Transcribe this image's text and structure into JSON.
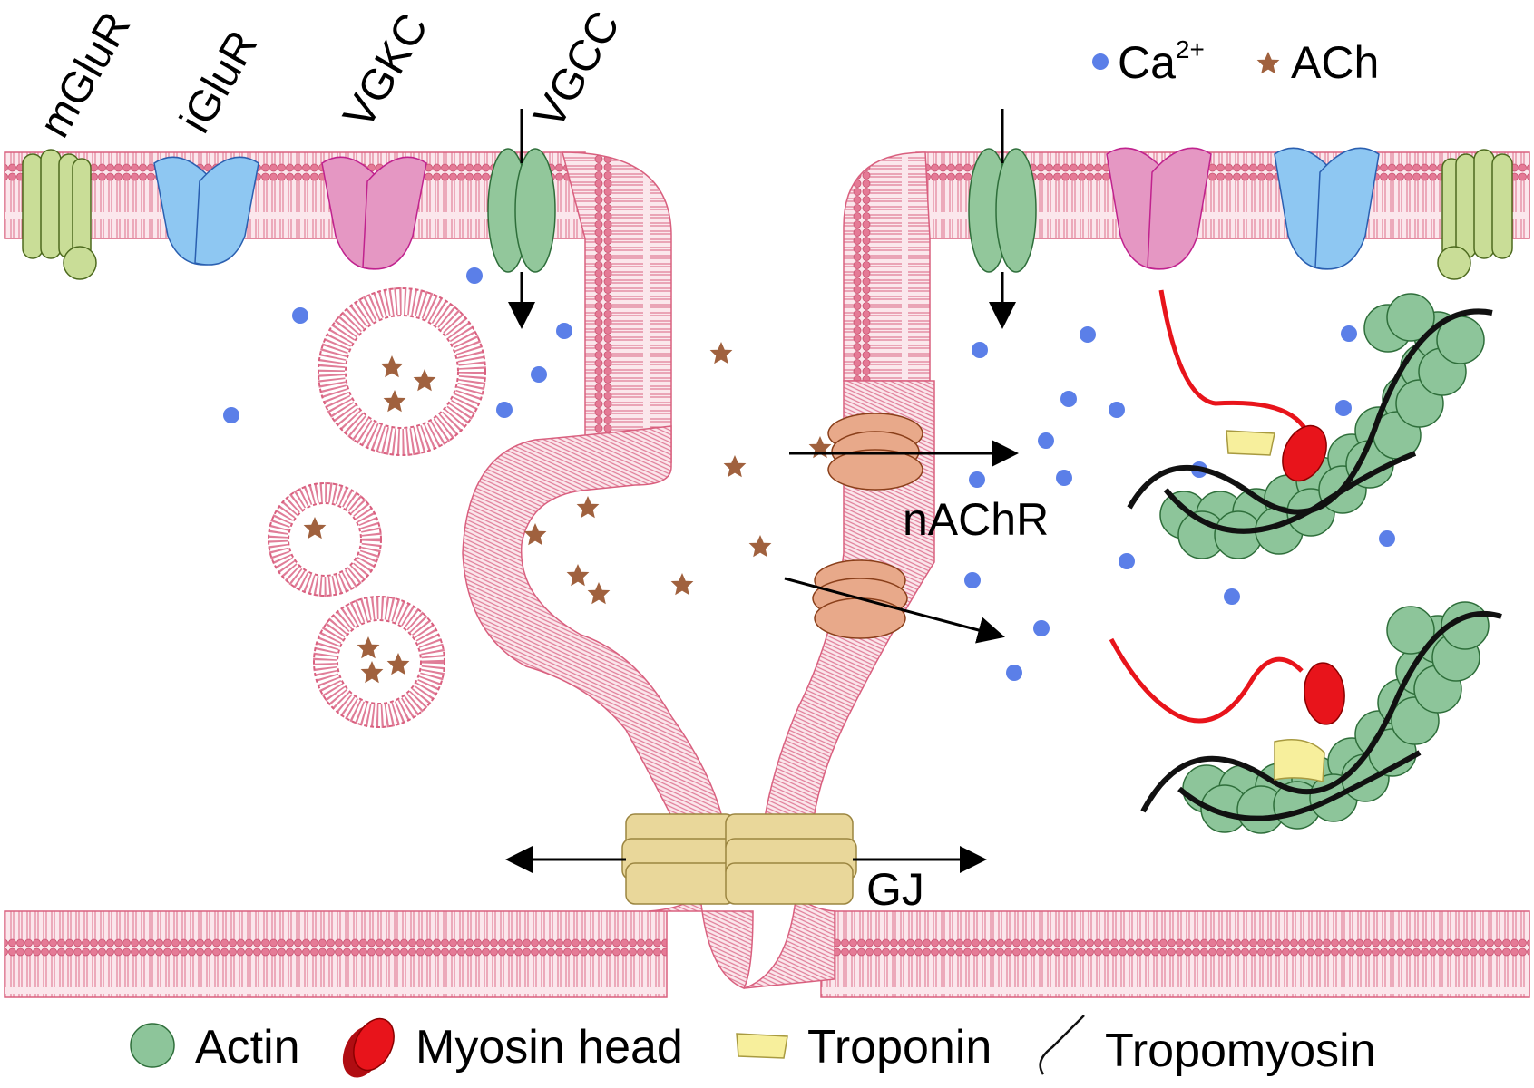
{
  "receptors": {
    "mglur": "mGluR",
    "iglur": "iGluR",
    "vgkc": "VGKC",
    "vgcc": "VGCC"
  },
  "top_legend": {
    "calcium_base": "Ca",
    "calcium_sup": "2+",
    "ach": "ACh"
  },
  "labels": {
    "nachr": "nAChR",
    "gj": "GJ"
  },
  "bottom_legend": {
    "actin": "Actin",
    "myosin_head": "Myosin head",
    "troponin": "Troponin",
    "tropomyosin": "Tropomyosin"
  },
  "colors": {
    "membrane": "#d9607f",
    "membrane_fill": "#f4c3d0",
    "calcium": "#5b7fe8",
    "ach": "#a0613e",
    "mglur": "#c9dd97",
    "iglur": "#8ec7f2",
    "vgkc": "#e597c3",
    "vgcc": "#92c79b",
    "nachr": "#e8a98a",
    "gap_junction": "#e9d79a",
    "actin": "#8dc59a",
    "myosin": "#e8141b",
    "troponin": "#f7ef9c",
    "tropomyosin": "#111111"
  }
}
